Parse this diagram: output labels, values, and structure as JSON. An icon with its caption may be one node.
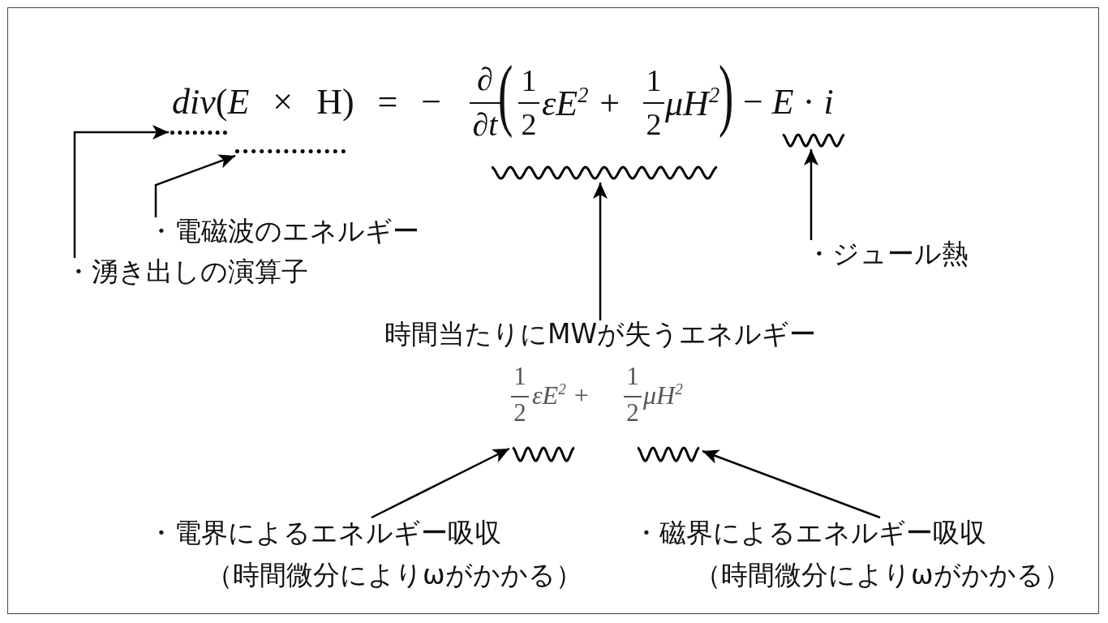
{
  "diagram": {
    "nodes": [
      {
        "text": [
          "・湧き出しの演算子"
        ]
      },
      {
        "text": [],
        "shape": "line"
      },
      {
        "text": [
          "・電磁波のエネルギー"
        ]
      },
      {
        "text": [],
        "shape": "line"
      },
      {
        "text": [],
        "shape": "wave"
      },
      {
        "text": [
          "時間当たりにMWが失うエネルギー"
        ]
      },
      {
        "text": [],
        "shape": "wave"
      },
      {
        "text": [
          "・ジュール熱"
        ]
      },
      {
        "text": [],
        "shape": "wave"
      },
      {
        "text": [],
        "shape": "wave"
      },
      {
        "text": [
          "・電界によるエネルギー吸収",
          "（時間微分によりωがかかる）"
        ]
      },
      {
        "text": [
          "・磁界によるエネルギー吸収",
          "（時間微分によりωがかかる）"
        ]
      }
    ],
    "edges": [
      {
        "from": 0,
        "to": 1,
        "arrow": "to"
      },
      {
        "from": 2,
        "to": 3,
        "arrow": "to"
      },
      {
        "from": 5,
        "to": 4,
        "arrow": "to"
      },
      {
        "from": 7,
        "to": 6,
        "arrow": "to"
      },
      {
        "from": 10,
        "to": 8,
        "arrow": "to"
      },
      {
        "from": 11,
        "to": 9,
        "arrow": "to"
      }
    ],
    "labels": [
      "*div*(*E* × H) = −",
      "∂",
      "∂*t*",
      "(",
      "1",
      "2",
      "εE$^{2}$ +",
      "1",
      "2",
      "μH$^{2}$",
      ")",
      "− *E* · *i*",
      "1",
      "2",
      "εE$^{2}$ +",
      "1",
      "2",
      "μH$^{2}$"
    ]
  }
}
